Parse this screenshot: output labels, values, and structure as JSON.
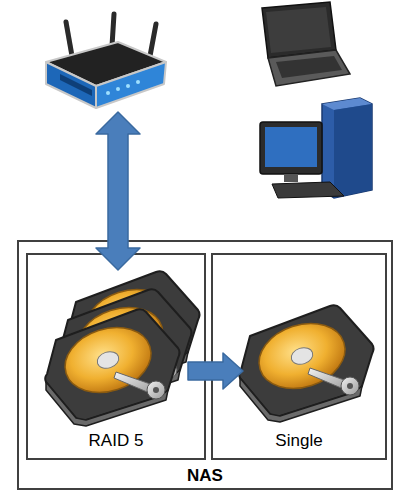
{
  "diagram": {
    "nodes": [
      {
        "text": [
          "NAS"
        ]
      },
      {
        "text": [
          "RAID 5"
        ],
        "in": 0
      },
      {
        "text": [
          "Single"
        ],
        "in": 0
      }
    ],
    "edges": [
      {
        "from": 1,
        "to": 2,
        "arrow": "to"
      }
    ]
  }
}
